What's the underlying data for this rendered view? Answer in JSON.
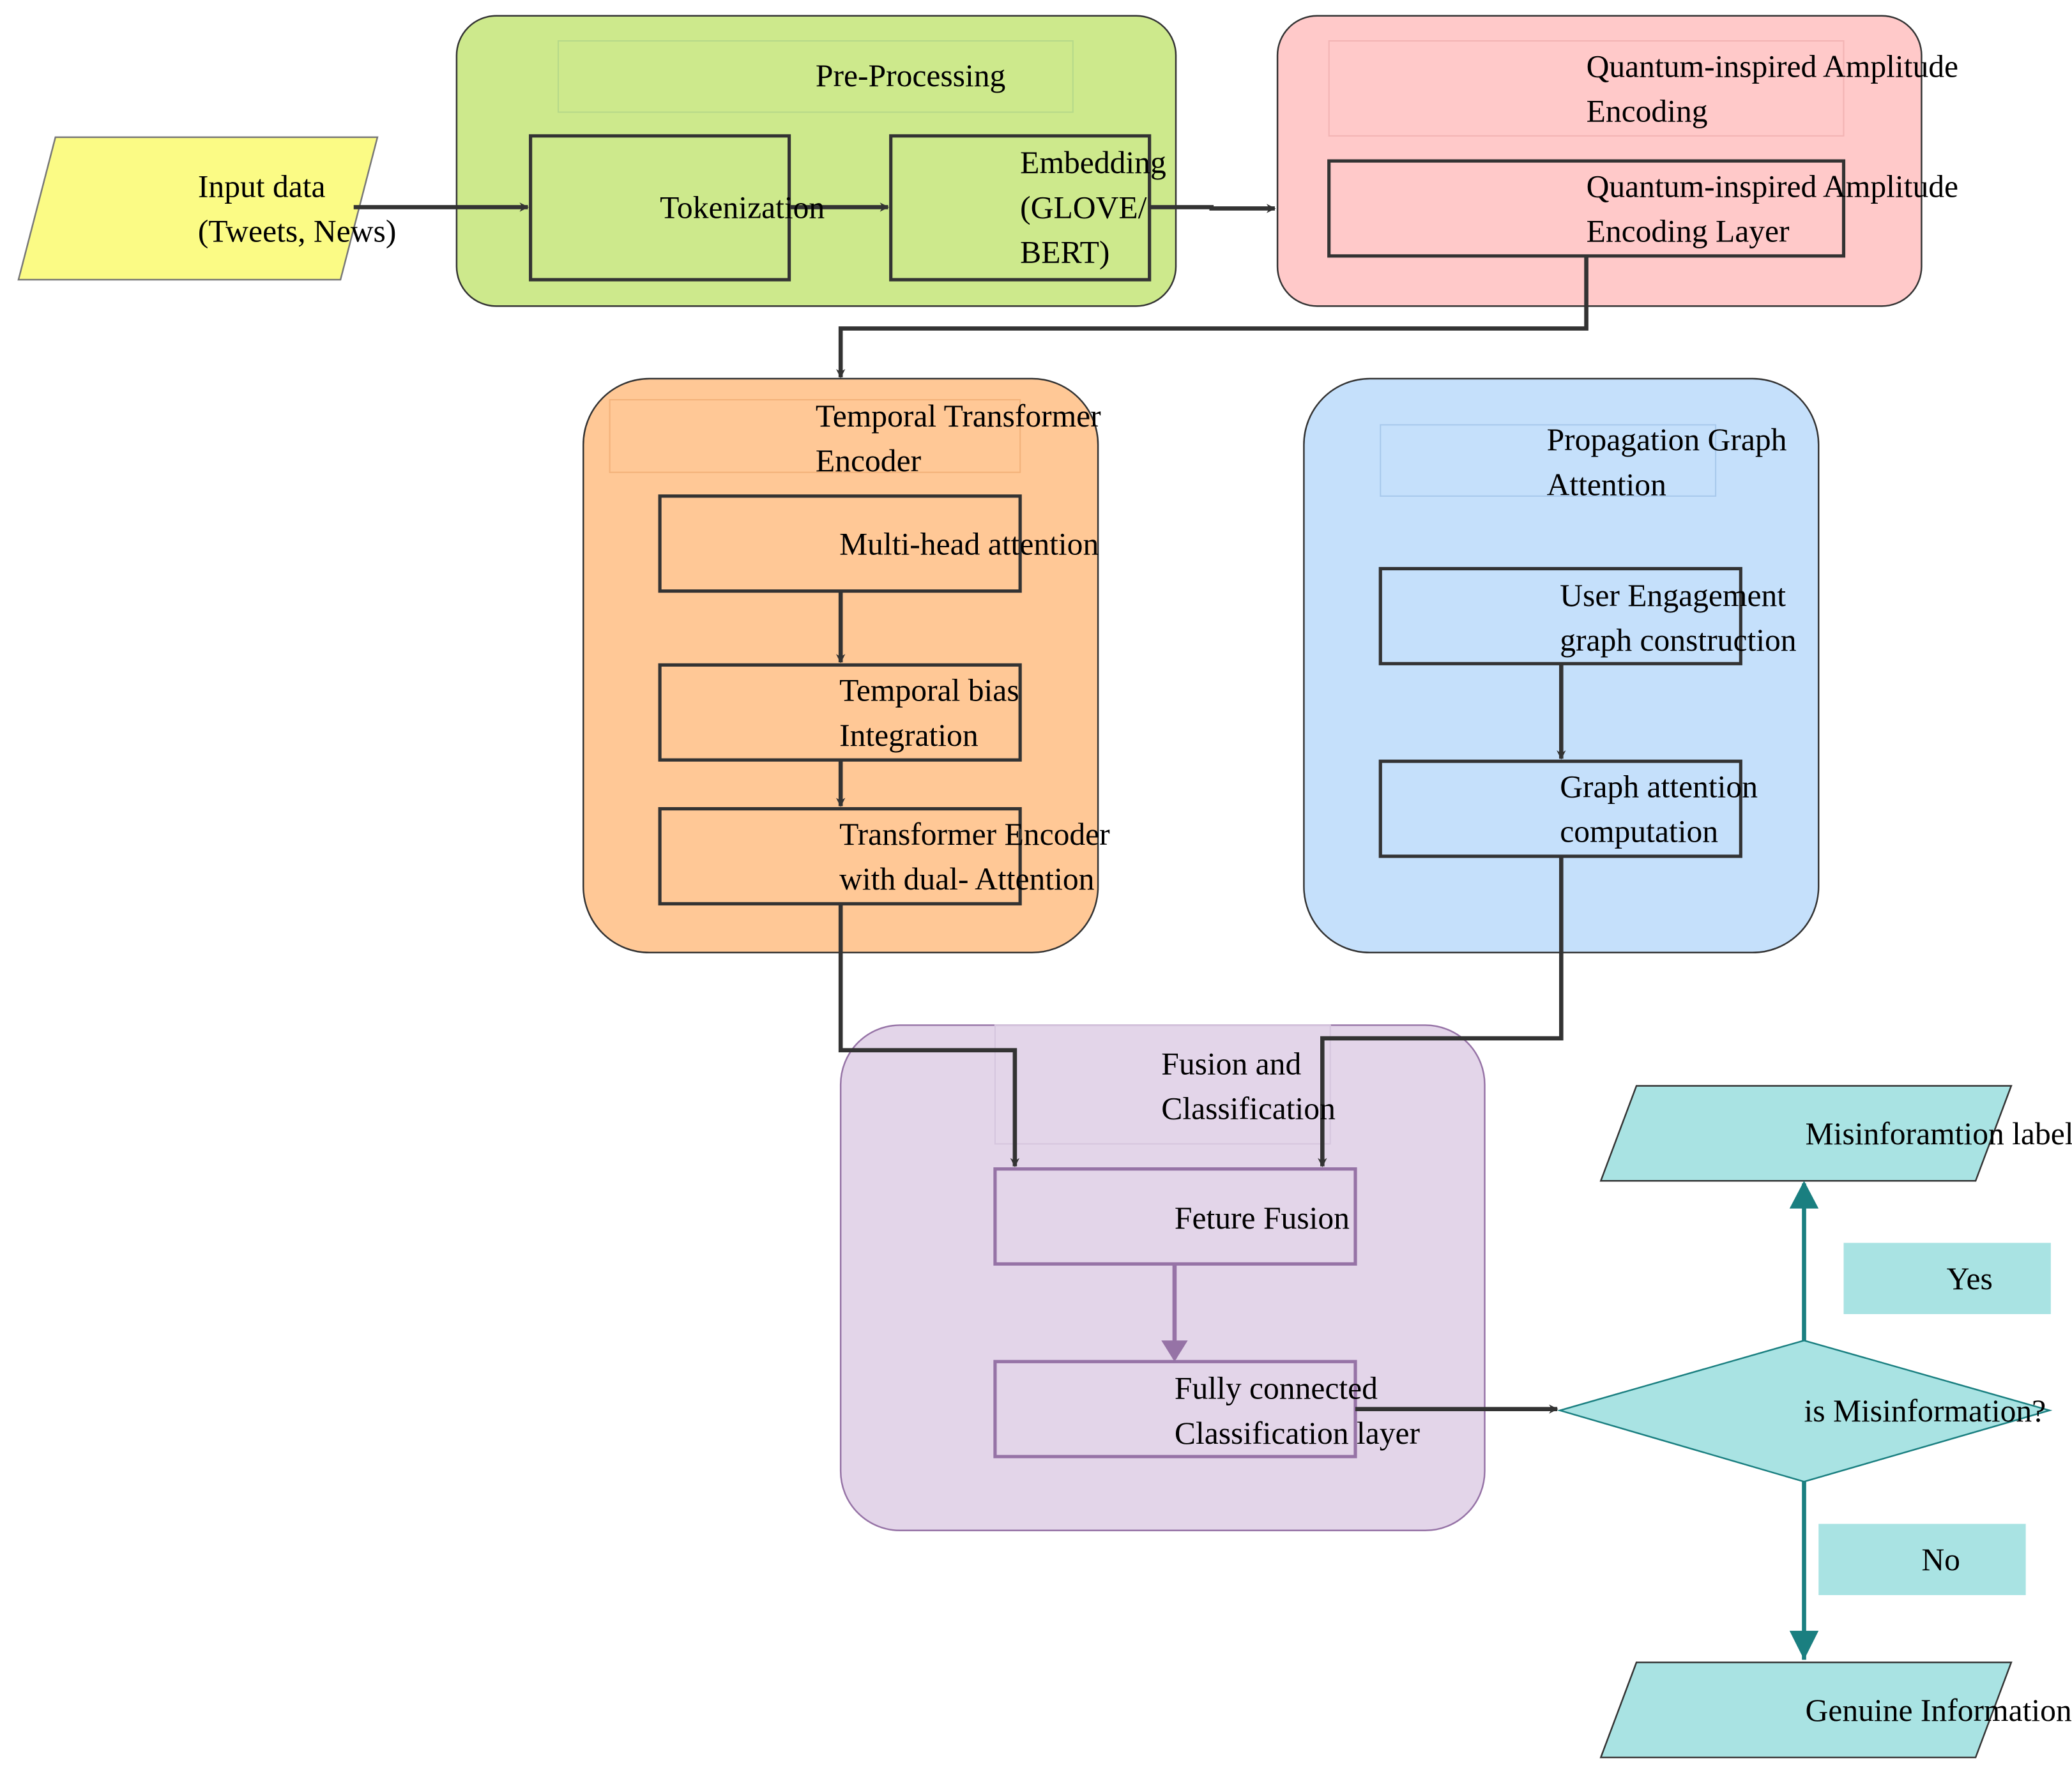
{
  "colors": {
    "input_fill": "#fbfb85",
    "preprocessing_fill": "#cde98c",
    "quantum_fill": "#ffc9c9",
    "temporal_fill": "#ffc896",
    "propagation_fill": "#c5e0fb",
    "fusion_fill": "#e3d5e9",
    "decision_fill": "#a9e3e3",
    "decision_arrow": "#1a7f80",
    "fusion_arrow": "#9673a6",
    "box_stroke": "#333333"
  },
  "nodes": {
    "input": [
      "Input data",
      "(Tweets, News)"
    ],
    "preprocessing_title": [
      "Pre-Processing"
    ],
    "tokenization": [
      "Tokenization"
    ],
    "embedding": [
      "Embedding",
      "(GLOVE/",
      "BERT)"
    ],
    "quantum_title": [
      "Quantum-inspired Amplitude",
      "Encoding"
    ],
    "quantum_layer": [
      "Quantum-inspired Amplitude",
      "Encoding Layer"
    ],
    "temporal_title": [
      "Temporal Transformer",
      "Encoder"
    ],
    "multihead": [
      "Multi-head attention"
    ],
    "temporal_bias": [
      "Temporal bias",
      "Integration"
    ],
    "transformer_encoder": [
      "Transformer Encoder",
      "with dual- Attention"
    ],
    "propagation_title": [
      "Propagation Graph",
      "Attention"
    ],
    "user_engagement": [
      "User Engagement",
      "graph construction"
    ],
    "graph_attention": [
      "Graph attention",
      "computation"
    ],
    "fusion_title": [
      "Fusion and",
      "Classification"
    ],
    "feature_fusion": [
      "Feture Fusion"
    ],
    "fully_connected": [
      "Fully connected",
      "Classification layer"
    ],
    "decision": [
      "is Misinformation?"
    ],
    "misinfo_label": [
      "Misinforamtion label"
    ],
    "genuine_info": [
      "Genuine Information"
    ],
    "yes": [
      "Yes"
    ],
    "no": [
      "No"
    ]
  }
}
